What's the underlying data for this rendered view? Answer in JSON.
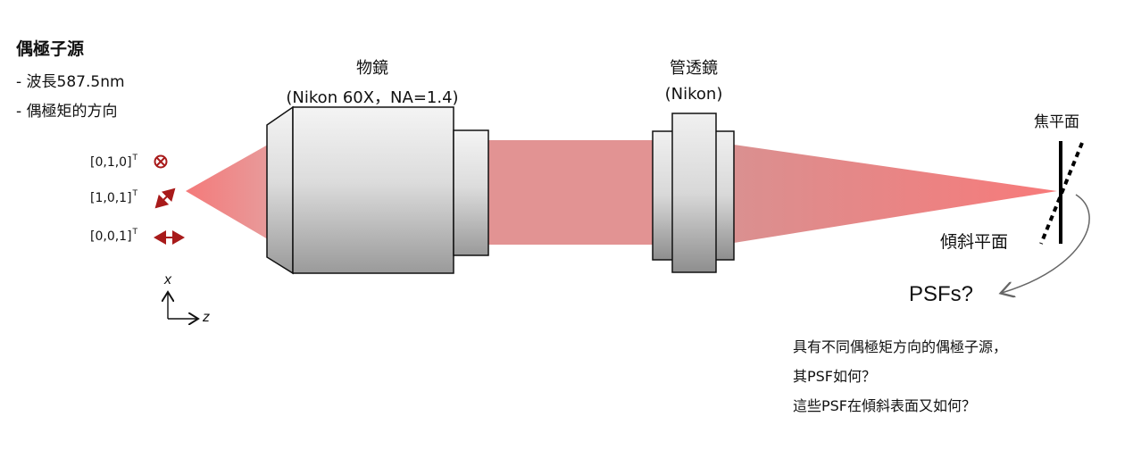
{
  "source": {
    "title": "偶極子源",
    "bullets": [
      "- 波長587.5nm",
      "- 偶極矩的方向"
    ]
  },
  "polarizations": [
    {
      "label": "[0,1,0]",
      "sup": "T",
      "symbol": "out-of-plane",
      "icon": "circle-cross-icon"
    },
    {
      "label": "[1,0,1]",
      "sup": "T",
      "symbol": "diagonal",
      "icon": "diagonal-double-arrow-icon"
    },
    {
      "label": "[0,0,1]",
      "sup": "T",
      "symbol": "horizontal",
      "icon": "horizontal-double-arrow-icon"
    }
  ],
  "objective": {
    "name": "物鏡",
    "spec": "(Nikon 60X，NA=1.4)"
  },
  "tube_lens": {
    "name": "管透鏡",
    "spec": "(Nikon)"
  },
  "focal_plane": {
    "label": "焦平面"
  },
  "tilted_plane": {
    "label": "傾斜平面"
  },
  "psfs_label": "PSFs?",
  "questions": [
    "具有不同偶極矩方向的偶極子源，",
    "其PSF如何？",
    "這些PSF在傾斜表面又如何？"
  ],
  "axes": {
    "vertical": "x",
    "horizontal": "z"
  },
  "colors": {
    "beam_light": "#f08a8a",
    "beam_mid": "#e09090",
    "beam_strong": "#f47a7a",
    "dark_red": "#a81a1a",
    "lens_border": "#111111"
  }
}
